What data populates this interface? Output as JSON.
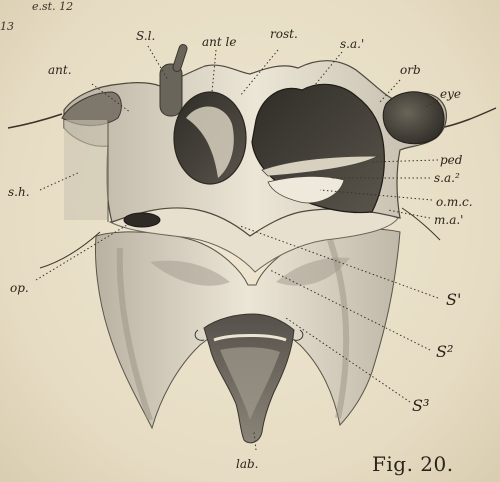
{
  "figure": {
    "caption": "Fig. 20.",
    "corner_marks": [
      "e.st. 12",
      "13"
    ]
  },
  "labels": {
    "ant": "ant.",
    "sl": "S.l.",
    "ant_le": "ant le",
    "rost": "rost.",
    "sa1": "s.a.'",
    "orb": "orb",
    "eye": "eye",
    "ped": "ped",
    "sa2": "s.a.²",
    "omc": "o.m.c.",
    "ma1": "m.a.'",
    "sh": "s.h.",
    "op": "op.",
    "s1": "S'",
    "s2": "S²",
    "s3": "S³",
    "lab": "lab."
  },
  "colors": {
    "paper": "#e8dfc8",
    "ink": "#2a241a",
    "shade_dark": "#3d3a34",
    "shade_mid": "#8d877b",
    "shade_light": "#cfc8b8"
  }
}
